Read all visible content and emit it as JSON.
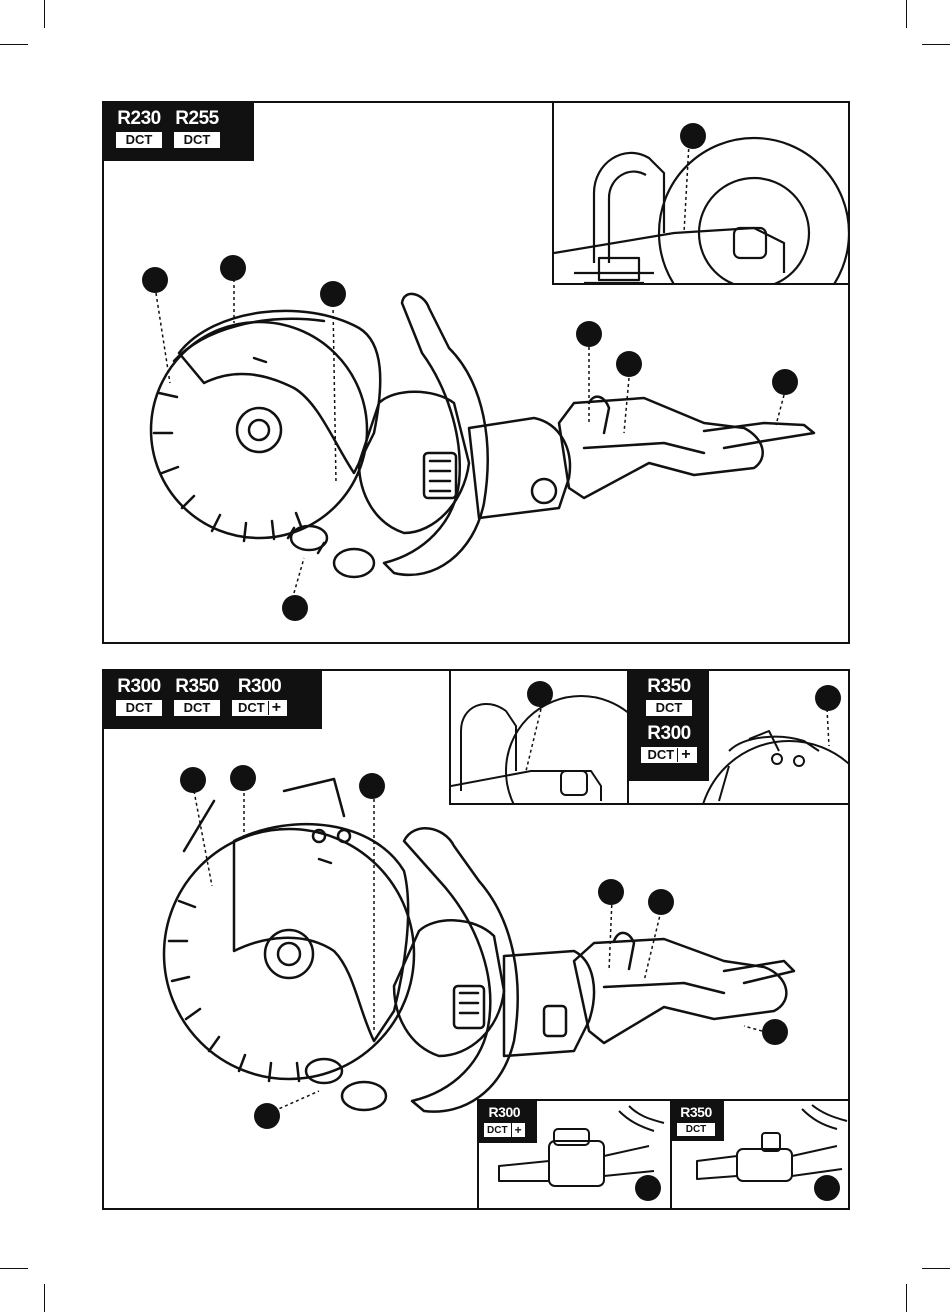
{
  "panel_top": {
    "tags": [
      {
        "model": "R230",
        "sub": "DCT"
      },
      {
        "model": "R255",
        "sub": "DCT"
      }
    ]
  },
  "panel_bottom": {
    "tags": [
      {
        "model": "R300",
        "sub": "DCT",
        "plus": false
      },
      {
        "model": "R350",
        "sub": "DCT",
        "plus": false
      },
      {
        "model": "R300",
        "sub": "DCT",
        "plus": true
      }
    ],
    "inset_right_tags": [
      {
        "model": "R350",
        "sub": "DCT",
        "plus": false
      },
      {
        "model": "R300",
        "sub": "DCT",
        "plus": true
      }
    ],
    "inset_valve_left": {
      "model": "R300",
      "sub": "DCT",
      "plus": true
    },
    "inset_valve_right": {
      "model": "R350",
      "sub": "DCT",
      "plus": false
    }
  },
  "symbols": {
    "plus": "+"
  }
}
